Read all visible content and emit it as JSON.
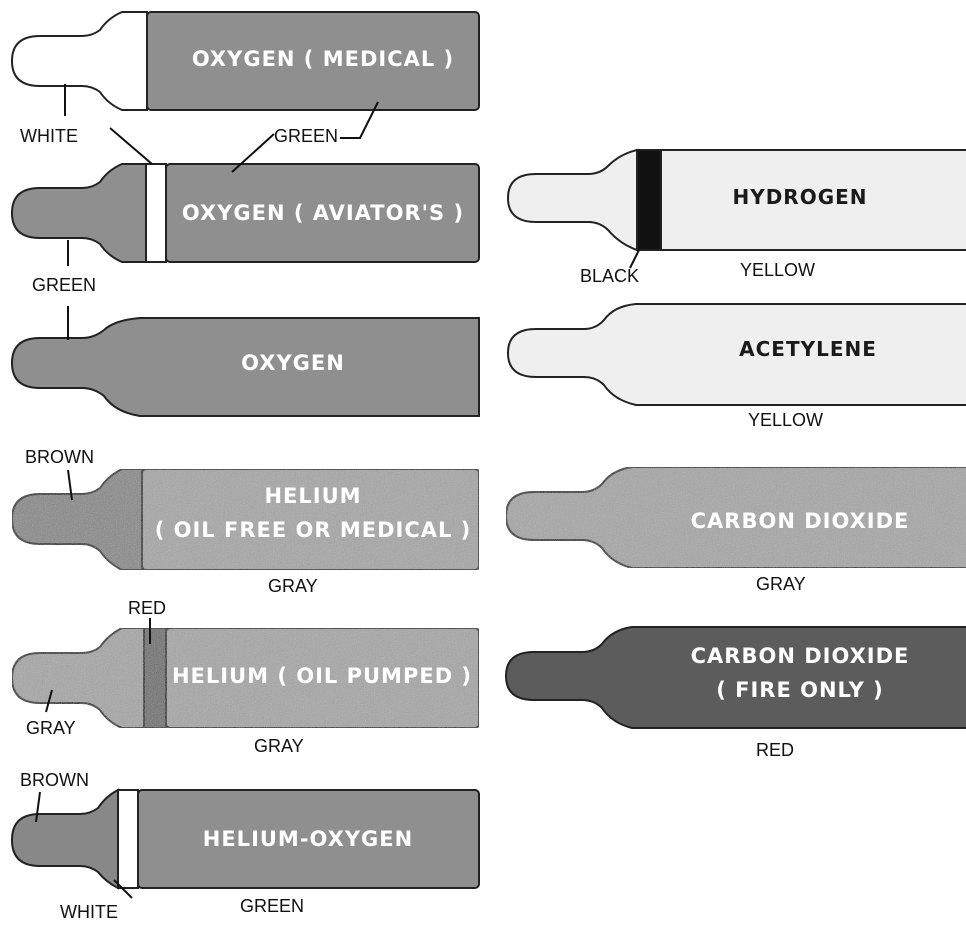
{
  "cylinders": {
    "oxygen_medical": {
      "label": "OXYGEN ( MEDICAL )",
      "neck_color": "WHITE",
      "body_color": "GREEN"
    },
    "oxygen_aviators": {
      "label": "OXYGEN ( AVIATOR'S )",
      "neck_color": "GREEN"
    },
    "oxygen": {
      "label": "OXYGEN"
    },
    "helium_medical": {
      "label_line1": "HELIUM",
      "label_line2": "( OIL FREE OR MEDICAL )",
      "neck_color": "BROWN",
      "body_color": "GRAY"
    },
    "helium_oil": {
      "label": "HELIUM ( OIL PUMPED )",
      "band_color": "RED",
      "neck_color": "GRAY",
      "body_color": "GRAY"
    },
    "helium_oxygen": {
      "label": "HELIUM-OXYGEN",
      "neck_color": "BROWN",
      "band_color": "WHITE",
      "body_color": "GREEN"
    },
    "hydrogen": {
      "label": "HYDROGEN",
      "band_color": "BLACK",
      "body_color": "YELLOW"
    },
    "acetylene": {
      "label": "ACETYLENE",
      "body_color": "YELLOW"
    },
    "co2": {
      "label": "CARBON DIOXIDE",
      "body_color": "GRAY"
    },
    "co2_fire": {
      "label_line1": "CARBON DIOXIDE",
      "label_line2": "( FIRE ONLY )",
      "body_color": "RED"
    }
  },
  "colors": {
    "green": "#8f8f8f",
    "gray": "#a6a6a6",
    "brown": "#888888",
    "yellow": "#efefef",
    "red": "#5c5c5c",
    "white": "#ffffff",
    "black": "#111111",
    "band_red": "#6e6e6e"
  }
}
